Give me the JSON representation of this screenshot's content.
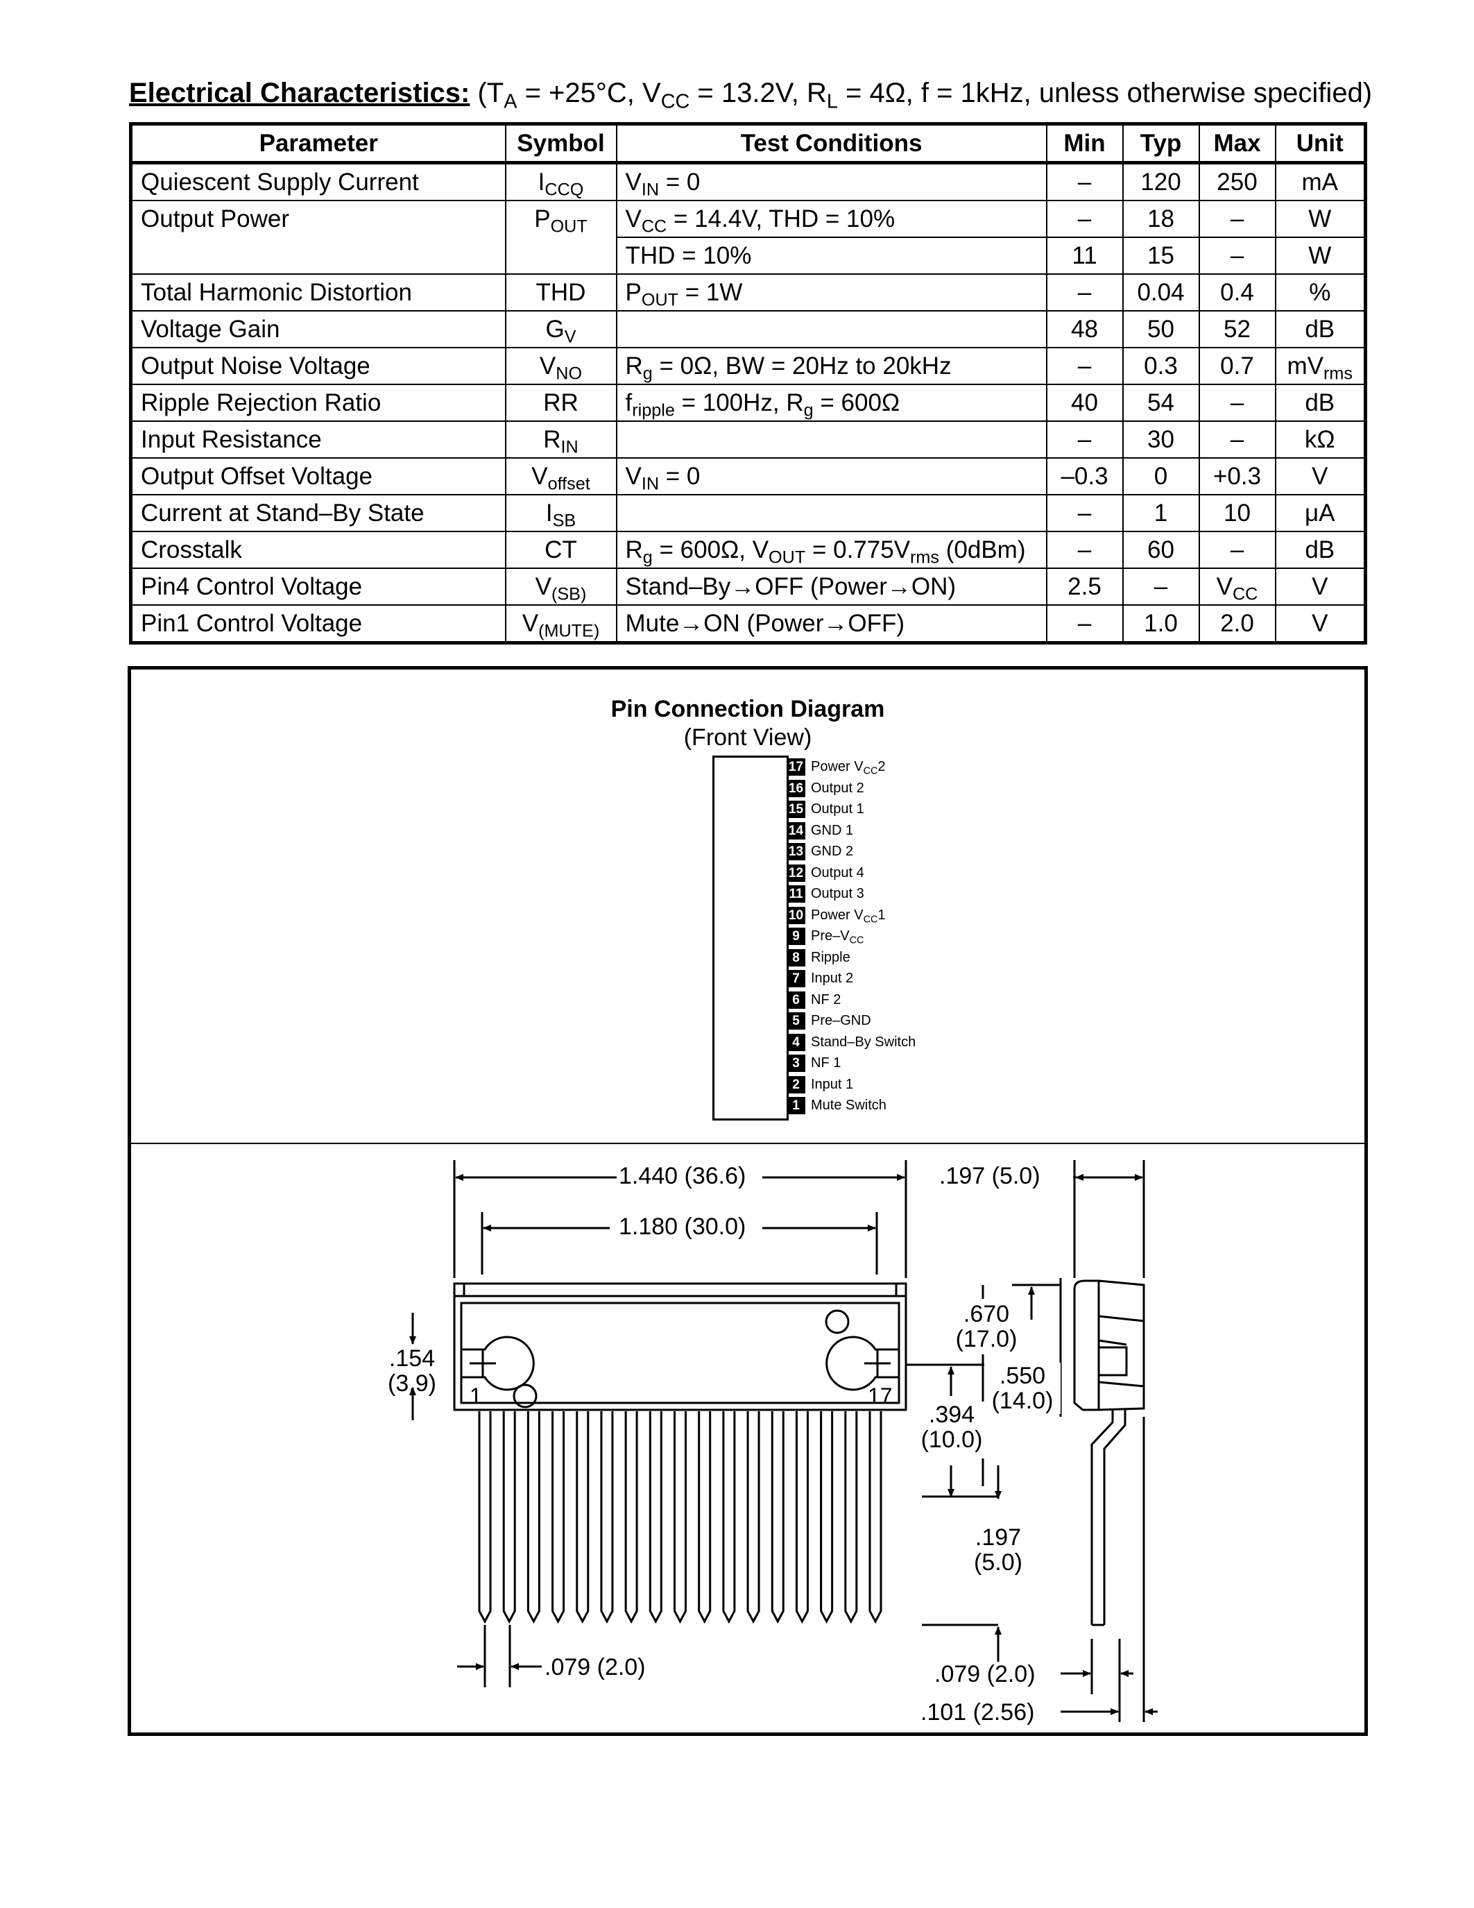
{
  "heading": {
    "lead": "Electrical Characteristics:",
    "p1": " (T",
    "s1": "A",
    "p2": " = +25°C, V",
    "s2": "CC",
    "p3": " = 13.2V, R",
    "s3": "L",
    "p4": " = 4Ω, f = 1kHz, unless otherwise specified)"
  },
  "table": {
    "headers": [
      "Parameter",
      "Symbol",
      "Test Conditions",
      "Min",
      "Typ",
      "Max",
      "Unit"
    ],
    "rows": [
      {
        "param": "Quiescent Supply Current",
        "sym": "I",
        "sym_sub": "CCQ",
        "cond": "V",
        "cond_sub": "IN",
        "cond_rest": " = 0",
        "min": "–",
        "typ": "120",
        "max": "250",
        "unit": "mA"
      },
      {
        "param": "Output Power",
        "sym": "P",
        "sym_sub": "OUT",
        "cond": "V",
        "cond_sub": "CC",
        "cond_rest": " = 14.4V, THD = 10%",
        "min": "–",
        "typ": "18",
        "max": "–",
        "unit": "W"
      },
      {
        "cond": "THD = 10%",
        "min": "11",
        "typ": "15",
        "max": "–",
        "unit": "W"
      },
      {
        "param": "Total Harmonic Distortion",
        "sym": "THD",
        "cond": "P",
        "cond_sub": "OUT",
        "cond_rest": " = 1W",
        "min": "–",
        "typ": "0.04",
        "max": "0.4",
        "unit": "%"
      },
      {
        "param": "Voltage Gain",
        "sym": "G",
        "sym_sub": "V",
        "cond": "",
        "min": "48",
        "typ": "50",
        "max": "52",
        "unit": "dB"
      },
      {
        "param": "Output Noise Voltage",
        "sym": "V",
        "sym_sub": "NO",
        "cond": "R",
        "cond_sub": "g",
        "cond_rest": " = 0Ω, BW = 20Hz to 20kHz",
        "min": "–",
        "typ": "0.3",
        "max": "0.7",
        "unit": "mV",
        "unit_sub": "rms"
      },
      {
        "param": "Ripple Rejection Ratio",
        "sym": "RR",
        "cond": "f",
        "cond_sub": "ripple",
        "cond_rest": " = 100Hz, R",
        "cond_sub2": "g",
        "cond_rest2": " = 600Ω",
        "min": "40",
        "typ": "54",
        "max": "–",
        "unit": "dB"
      },
      {
        "param": "Input Resistance",
        "sym": "R",
        "sym_sub": "IN",
        "cond": "",
        "min": "–",
        "typ": "30",
        "max": "–",
        "unit": "kΩ"
      },
      {
        "param": "Output Offset Voltage",
        "sym": "V",
        "sym_sub": "offset",
        "cond": "V",
        "cond_sub": "IN",
        "cond_rest": " = 0",
        "min": "–0.3",
        "typ": "0",
        "max": "+0.3",
        "unit": "V"
      },
      {
        "param": "Current at Stand–By State",
        "sym": "I",
        "sym_sub": "SB",
        "cond": "",
        "min": "–",
        "typ": "1",
        "max": "10",
        "unit": "μA"
      },
      {
        "param": "Crosstalk",
        "sym": "CT",
        "cond": "R",
        "cond_sub": "g",
        "cond_rest": " = 600Ω, V",
        "cond_sub2": "OUT",
        "cond_rest2": " = 0.775V",
        "cond_sub3": "rms",
        "cond_rest3": " (0dBm)",
        "min": "–",
        "typ": "60",
        "max": "–",
        "unit": "dB"
      },
      {
        "param": "Pin4 Control Voltage",
        "sym": "V",
        "sym_sub": "(SB)",
        "cond": "Stand–By→OFF (Power→ON)",
        "min": "2.5",
        "typ": "–",
        "max": "V",
        "max_sub": "CC",
        "unit": "V"
      },
      {
        "param": "Pin1 Control Voltage",
        "sym": "V",
        "sym_sub": "(MUTE)",
        "cond": "Mute→ON (Power→OFF)",
        "min": "–",
        "typ": "1.0",
        "max": "2.0",
        "unit": "V"
      }
    ]
  },
  "pin_diagram": {
    "title": "Pin Connection Diagram",
    "subtitle": "(Front View)",
    "pins": [
      {
        "num": "17",
        "label": "Power V",
        "sub": "CC",
        "after": "2"
      },
      {
        "num": "16",
        "label": "Output 2"
      },
      {
        "num": "15",
        "label": "Output 1"
      },
      {
        "num": "14",
        "label": "GND 1"
      },
      {
        "num": "13",
        "label": "GND 2"
      },
      {
        "num": "12",
        "label": "Output 4"
      },
      {
        "num": "11",
        "label": "Output 3"
      },
      {
        "num": "10",
        "label": "Power V",
        "sub": "CC",
        "after": "1"
      },
      {
        "num": "9",
        "label": "Pre–V",
        "sub": "CC",
        "after": ""
      },
      {
        "num": "8",
        "label": "Ripple"
      },
      {
        "num": "7",
        "label": "Input 2"
      },
      {
        "num": "6",
        "label": "NF 2"
      },
      {
        "num": "5",
        "label": "Pre–GND"
      },
      {
        "num": "4",
        "label": "Stand–By Switch"
      },
      {
        "num": "3",
        "label": "NF 1"
      },
      {
        "num": "2",
        "label": "Input 1"
      },
      {
        "num": "1",
        "label": "Mute Switch"
      }
    ]
  },
  "package": {
    "dim_width_total": "1.440 (36.6)",
    "dim_width_holes": "1.180 (30.0)",
    "dim_side_thickness": ".197 (5.0)",
    "dim_hole_height_a": ".154",
    "dim_hole_height_b": "(3.9)",
    "dim_body_height_a": ".670",
    "dim_body_height_b": "(17.0)",
    "dim_tab_a": ".550",
    "dim_tab_b": "(14.0)",
    "dim_hole_pos_a": ".394",
    "dim_hole_pos_b": "(10.0)",
    "dim_lead_a": ".197",
    "dim_lead_b": "(5.0)",
    "dim_pitch": ".079 (2.0)",
    "dim_side_lead": ".079 (2.0)",
    "dim_side_offset": ".101 (2.56)",
    "pin_first": "1",
    "pin_last": "17"
  }
}
